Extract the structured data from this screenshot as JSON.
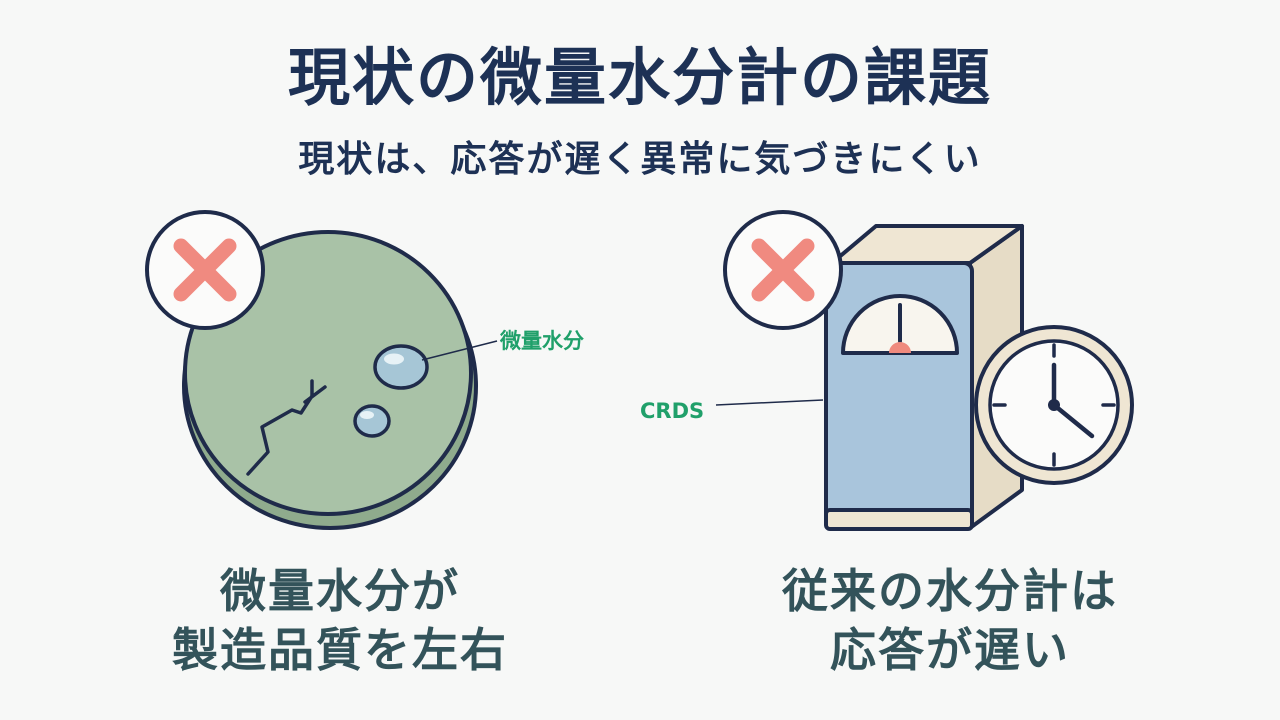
{
  "header": {
    "title": "現状の微量水分計の課題",
    "subtitle": "現状は、応答が遅く異常に気づきにくい"
  },
  "left_panel": {
    "callout_label": "微量水分",
    "caption_line1": "微量水分が",
    "caption_line2": "製造品質を左右",
    "status_icon": "cross-mark-icon"
  },
  "right_panel": {
    "callout_label": "CRDS",
    "caption_line1": "従来の水分計は",
    "caption_line2": "応答が遅い",
    "status_icon": "cross-mark-icon"
  },
  "colors": {
    "title": "#1d3155",
    "caption": "#33535a",
    "callout": "#20a06a",
    "outline": "#1f2b4a",
    "disc_green": "#a9c2a7",
    "device_blue": "#a9c5dc",
    "device_cream": "#efe6d3",
    "cross_red": "#f08a80"
  }
}
